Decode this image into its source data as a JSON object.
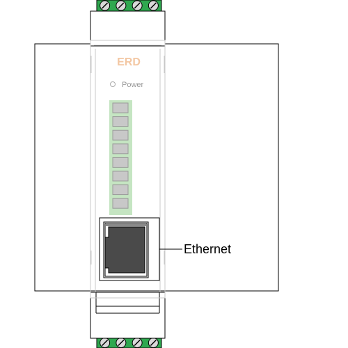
{
  "device": {
    "brand": "ERD",
    "power_label": "Power",
    "port_label": "Ethernet",
    "led_count": 8,
    "terminal_count": 4
  },
  "colors": {
    "terminal_green": "#2fa84f",
    "brand_orange": "#f3c7a3",
    "led_panel_green": "#c5e5c2",
    "led_cell_grey": "#c8c8c8",
    "port_dark": "#4a4a4a",
    "outline": "#000000",
    "ghost_outline": "#c8c8c8",
    "power_text": "#999999"
  }
}
